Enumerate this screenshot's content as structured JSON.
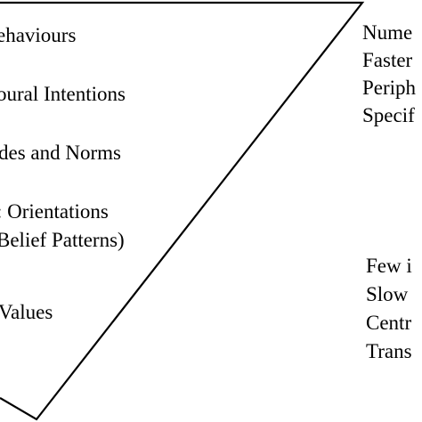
{
  "funnel_levels": [
    {
      "id": "behaviours",
      "text": "ehaviours"
    },
    {
      "id": "behavioural-intentions",
      "text": "oural Intentions"
    },
    {
      "id": "attitudes-norms",
      "text": "des and Norms"
    },
    {
      "id": "value-orientations",
      "text": ": Orientations"
    },
    {
      "id": "belief-patterns",
      "text": " Belief Patterns)"
    },
    {
      "id": "values",
      "text": "Values"
    }
  ],
  "top_characteristics": [
    {
      "id": "numerous",
      "text": "Nume"
    },
    {
      "id": "faster",
      "text": "Faster"
    },
    {
      "id": "peripheral",
      "text": "Periph"
    },
    {
      "id": "specific",
      "text": "Specif"
    }
  ],
  "bottom_characteristics": [
    {
      "id": "few",
      "text": "Few i"
    },
    {
      "id": "slow",
      "text": "Slow"
    },
    {
      "id": "central",
      "text": "Centr"
    },
    {
      "id": "transcendental",
      "text": "Trans"
    }
  ],
  "colors": {
    "line": "#000000",
    "text": "#000000",
    "background": "#ffffff"
  }
}
